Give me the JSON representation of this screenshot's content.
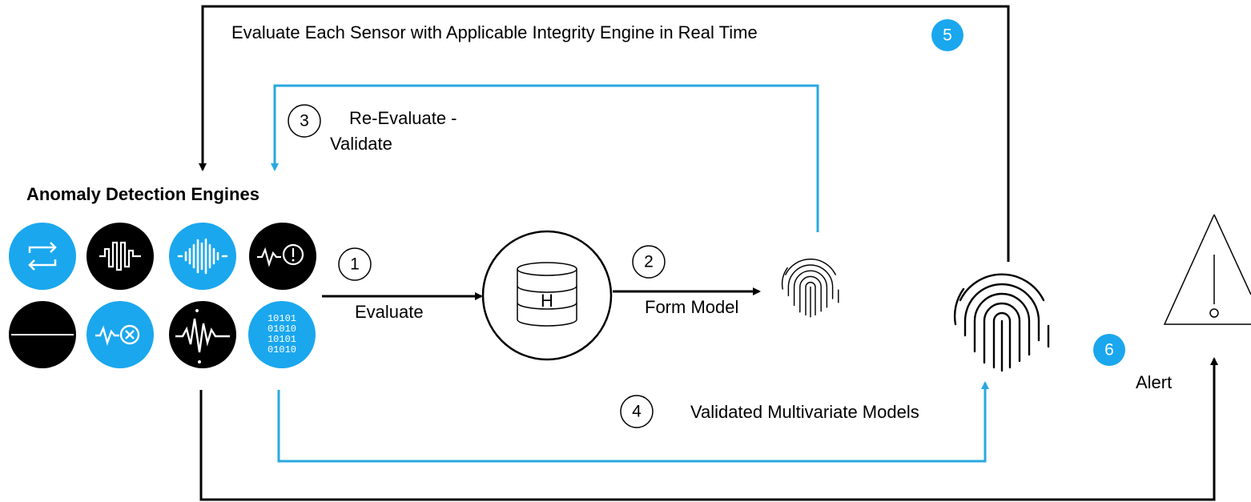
{
  "title": "Anomaly Detection Engines",
  "colors": {
    "accent": "#1aa7ee",
    "dark": "#000000",
    "line_blue": "#29a8e0"
  },
  "engines": [
    {
      "name": "repeat-icon",
      "fill": "#1aa7ee"
    },
    {
      "name": "waveform-icon",
      "fill": "#000000"
    },
    {
      "name": "audio-wave-icon",
      "fill": "#1aa7ee"
    },
    {
      "name": "signal-alert-icon",
      "fill": "#000000"
    },
    {
      "name": "flatline-icon",
      "fill": "#000000"
    },
    {
      "name": "signal-error-icon",
      "fill": "#1aa7ee"
    },
    {
      "name": "spike-signal-icon",
      "fill": "#000000"
    },
    {
      "name": "binary-data-icon",
      "fill": "#1aa7ee",
      "text": [
        "10101",
        "01010",
        "10101",
        "01010"
      ]
    }
  ],
  "steps": {
    "s1": {
      "number": "1",
      "label": "Evaluate"
    },
    "s2": {
      "number": "2",
      "label": "Form Model"
    },
    "s3": {
      "number": "3",
      "label_line1": "Re-Evaluate -",
      "label_line2": "Validate"
    },
    "s4": {
      "number": "4",
      "label": "Validated Multivariate Models"
    },
    "s5": {
      "number": "5",
      "label": "Evaluate Each Sensor with Applicable Integrity Engine in Real Time"
    },
    "s6": {
      "number": "6",
      "label": "Alert"
    }
  },
  "database": {
    "letter": "H",
    "icon": "database-icon"
  },
  "fingerprint_small": {
    "icon": "fingerprint-icon"
  },
  "fingerprint_large": {
    "icon": "fingerprint-icon"
  },
  "warning": {
    "icon": "warning-triangle-icon"
  }
}
